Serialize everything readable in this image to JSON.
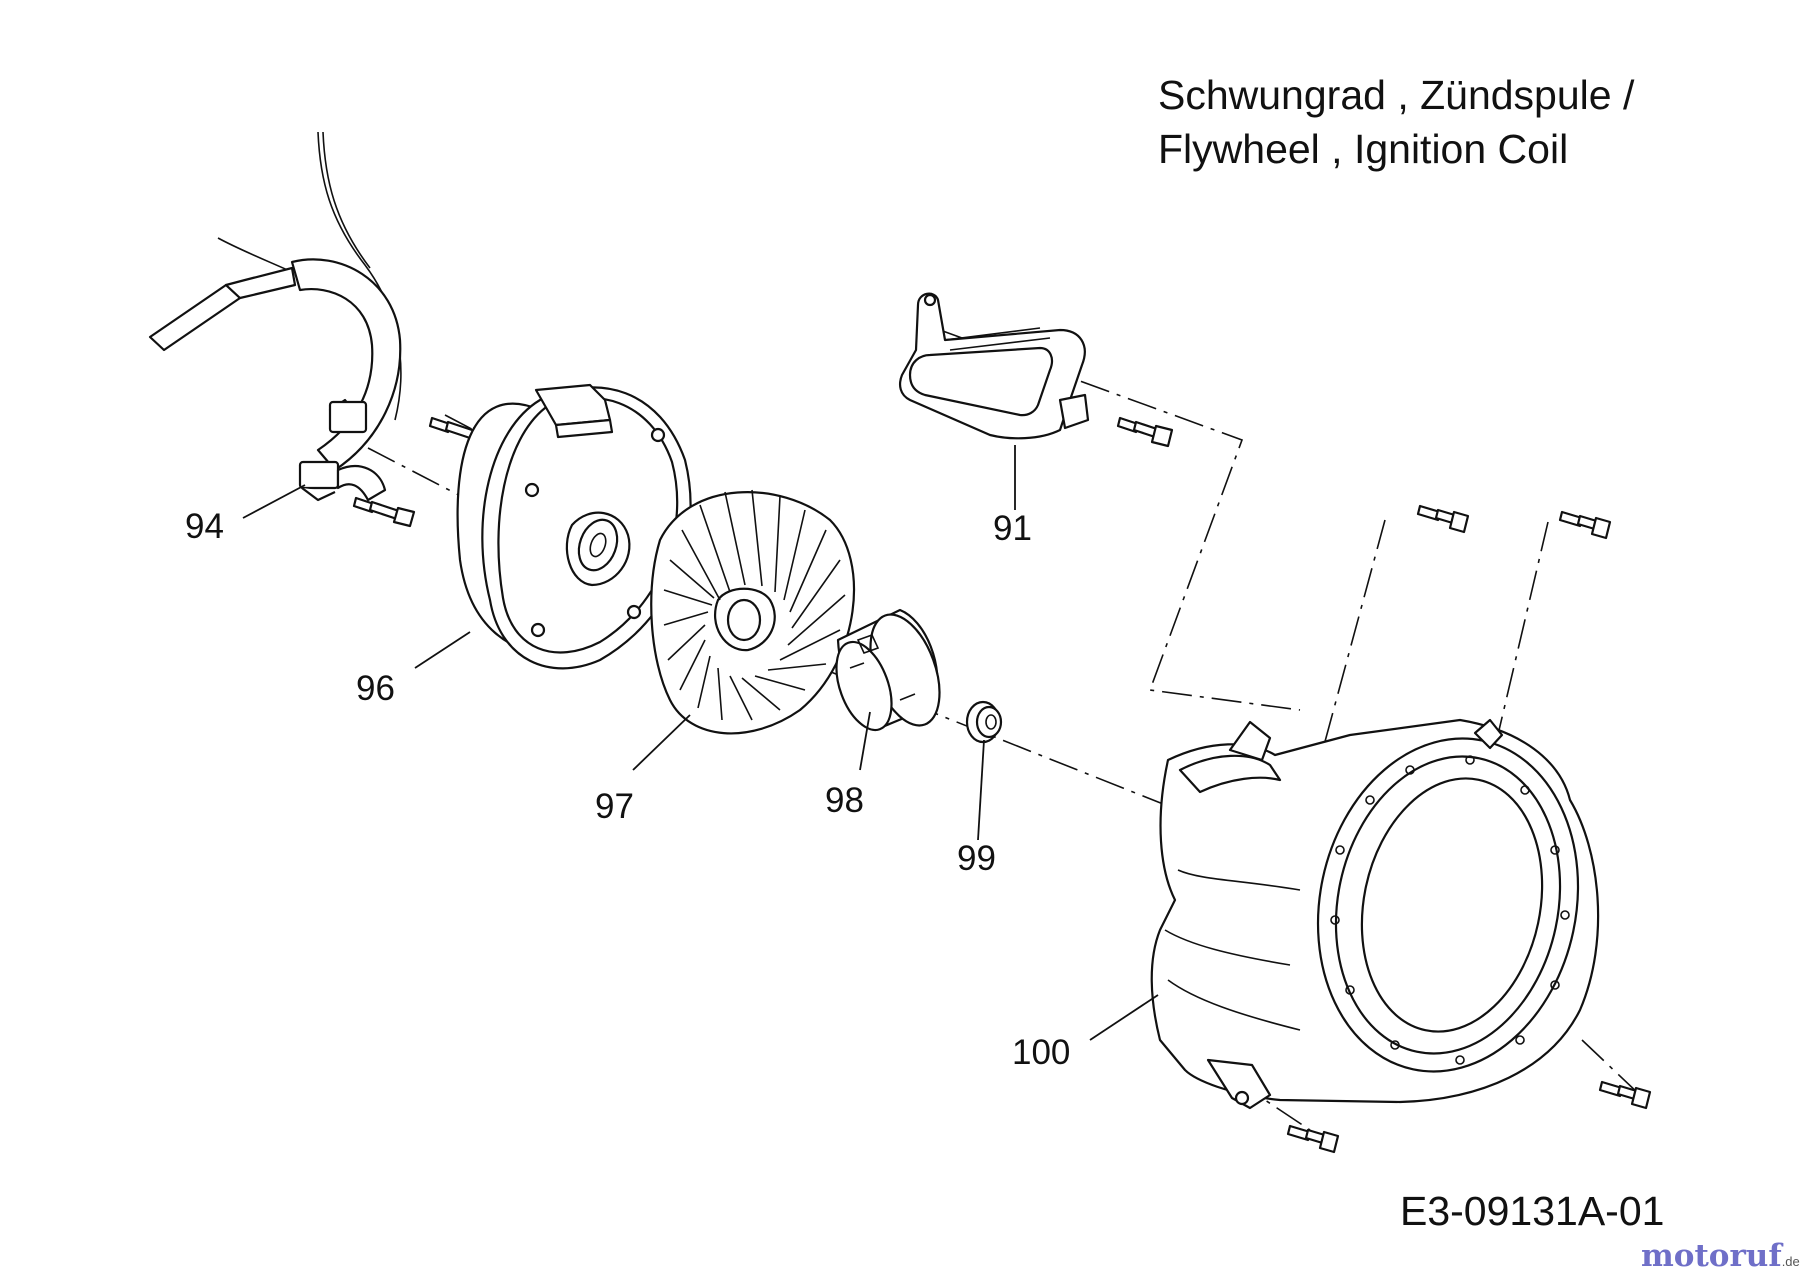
{
  "title": {
    "line1": "Schwungrad , Zündspule /",
    "line2": "Flywheel , Ignition Coil"
  },
  "drawing_code": "E3-09131A-01",
  "watermark": {
    "text": "motoruf",
    "suffix": ".de"
  },
  "callouts": {
    "p91": "91",
    "p94": "94",
    "p96": "96",
    "p97": "97",
    "p98": "98",
    "p99": "99",
    "p100": "100"
  }
}
